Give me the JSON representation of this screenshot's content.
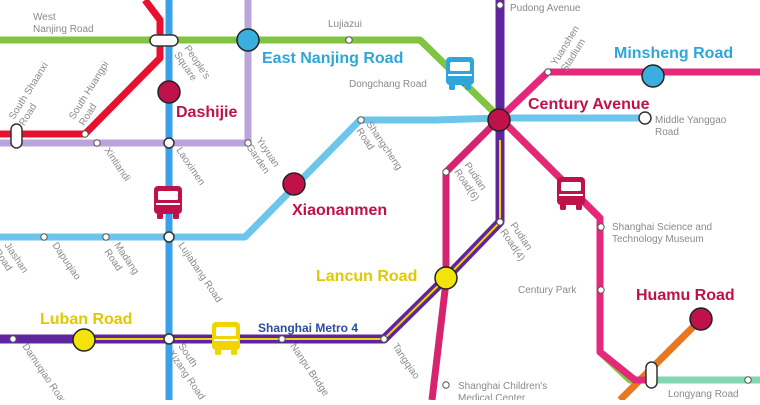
{
  "colors": {
    "line1_red": "#e8102e",
    "line2_green": "#80c441",
    "line3_yellow": "#f2d500",
    "line4_purple": "#5f259f",
    "line6_pink": "#d6246f",
    "line7_orange": "#e87722",
    "line8_blue": "#3aa0e8",
    "line9_skyblue": "#6cc5ea",
    "line10_lilac": "#b9a5dc",
    "line13_pink": "#e6287b",
    "line14_mint": "#82d7b0",
    "major_station_crimson": "#c0124a",
    "major_station_blue": "#3aafdf",
    "major_station_yellow": "#f2e40a",
    "label_crimson": "#c0124a",
    "label_blue": "#2fa6da",
    "label_yellow": "#e2c800",
    "bus_crimson": "#c0124a",
    "bus_blue": "#2fa6da",
    "bus_yellow": "#f2d500"
  },
  "stations": {
    "west_nanjing_road": "West Nanjing Road",
    "peoples_square": "People's Square",
    "lujiazui": "Lujiazui",
    "east_nanjing_road": "East Nanjing Road",
    "pudong_avenue": "Pudong Avenue",
    "yuanshen_stadium": "Yuanshen Stadium",
    "minsheng_road": "Minsheng Road",
    "dongchang_road": "Dongchang Road",
    "century_avenue": "Century Avenue",
    "middle_yanggao_road": "Middle Yanggao Road",
    "south_shaanxi_road": "South Shaanxi Road",
    "south_huangpi_road": "South Huangpi Road",
    "dashijie": "Dashijie",
    "xintiandi": "Xintiandi",
    "laoximen": "Laoximen",
    "yuyuan_garden": "Yuyuan Garden",
    "shangcheng_road": "Shangcheng Road",
    "pudian_road_6": "Pudian Road(6)",
    "xiaonanmen": "Xiaonanmen",
    "shanghai_science_museum": "Shanghai Science and Technology Museum",
    "jiashan_road": "Jiashan Road",
    "dapuqiao": "Dapuqiao",
    "madang_road": "Madang Road",
    "lujiabang_road": "Lujiabang Road",
    "pudian_road_4": "Pudian Road(4)",
    "lancun_road": "Lancun Road",
    "century_park": "Century Park",
    "huamu_road": "Huamu Road",
    "luban_road": "Luban Road",
    "shanghai_metro_4": "Shanghai Metro 4",
    "damuqiao_road": "Damuqiao Road",
    "south_xizang_road": "South Xizang Road",
    "nanpu_bridge": "Nanpu Bridge",
    "tangqiao": "Tangqiao",
    "shanghai_childrens_medical_center": "Shanghai Children's Medical Center",
    "longyang_road": "Longyang Road"
  },
  "icons": {
    "bus": "bus-icon",
    "interchange": "interchange-marker-icon"
  }
}
